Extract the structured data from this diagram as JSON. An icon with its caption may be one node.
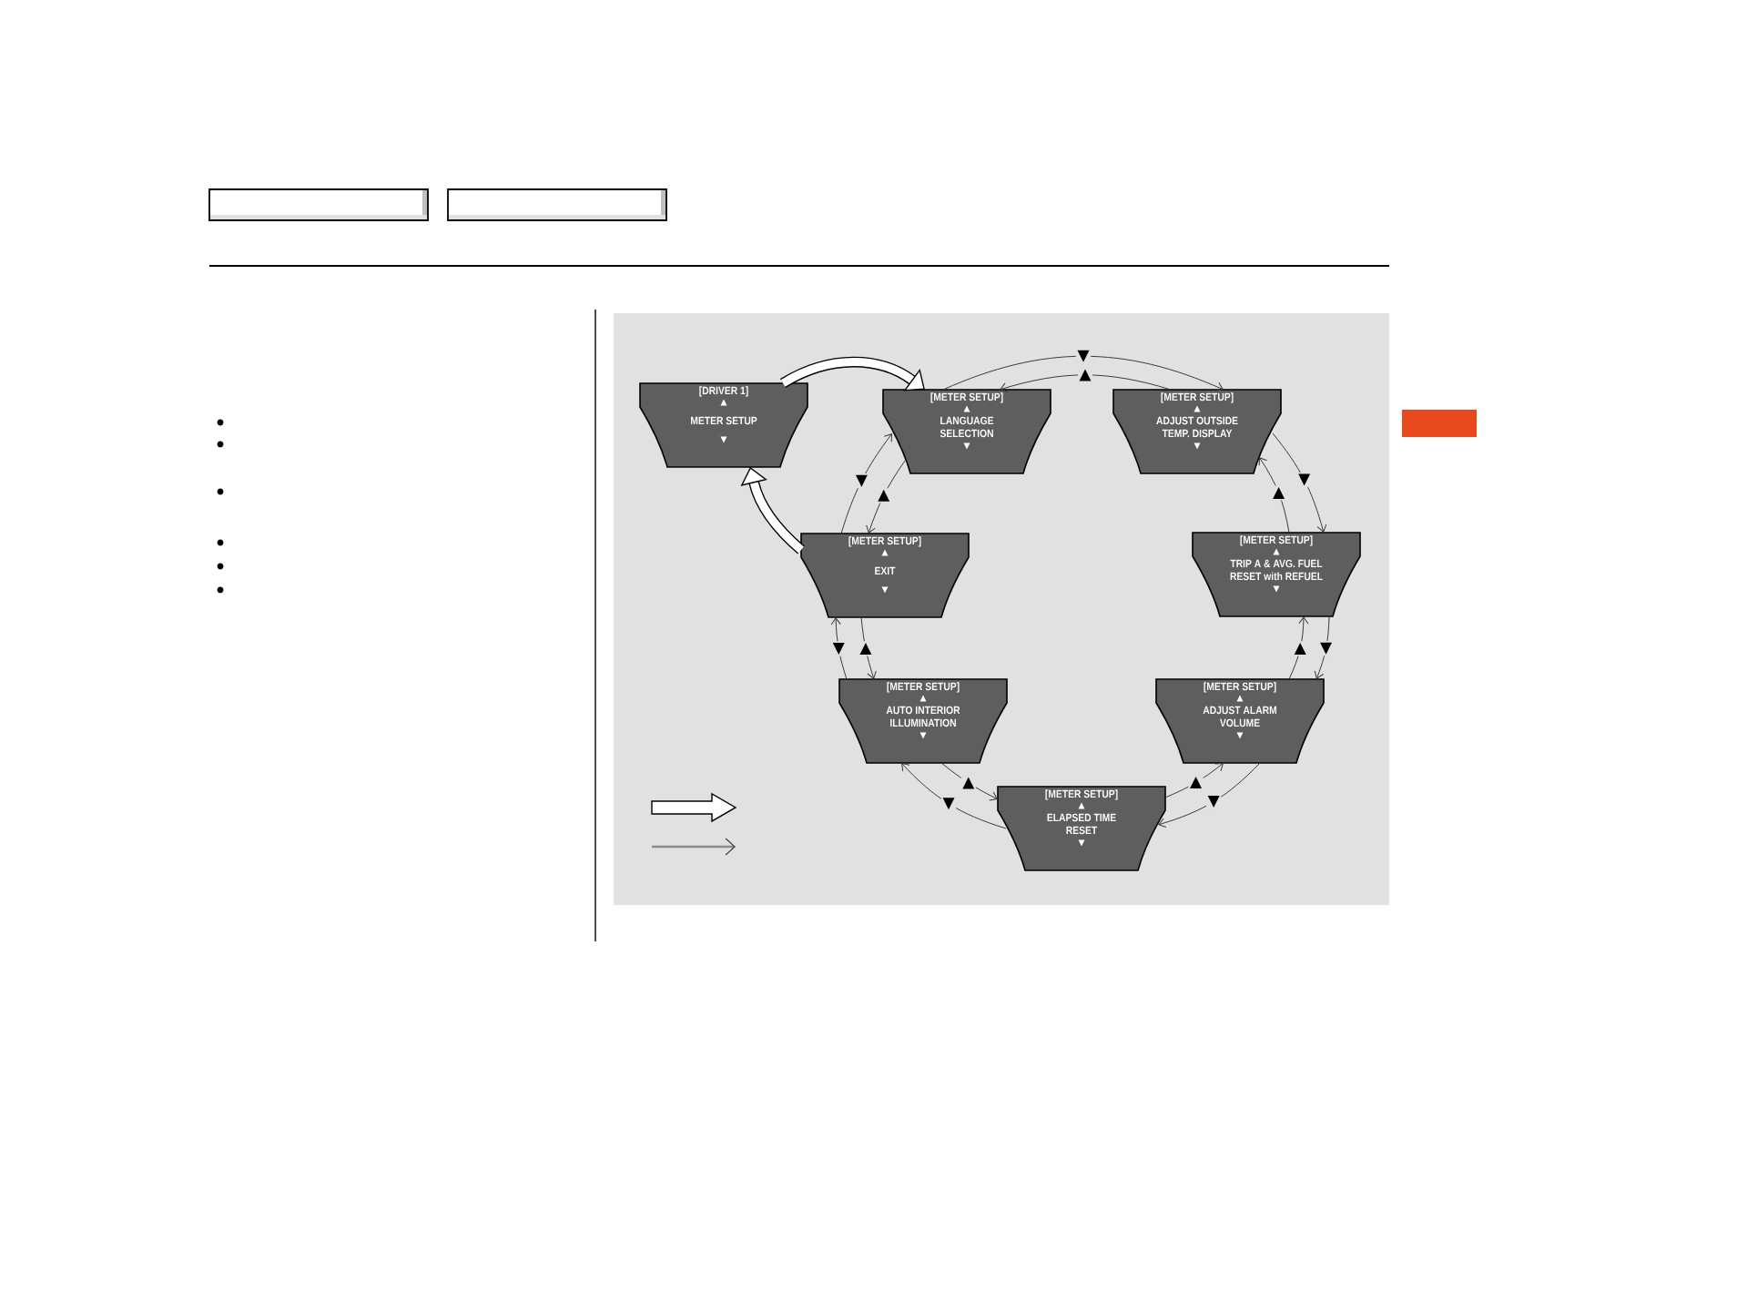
{
  "diagram": {
    "nodes": [
      {
        "text": [
          "[DRIVER 1]",
          "▲",
          "METER SETUP",
          "▼"
        ]
      },
      {
        "text": [
          "[METER SETUP]",
          "▲",
          "LANGUAGE SELECTION",
          "▼"
        ]
      },
      {
        "text": [
          "[METER SETUP]",
          "▲",
          "ADJUST OUTSIDE TEMP. DISPLAY",
          "▼"
        ]
      },
      {
        "text": [
          "[METER SETUP]",
          "▲",
          "EXIT",
          "▼"
        ]
      },
      {
        "text": [
          "[METER SETUP]",
          "▲",
          "TRIP A & AVG. FUEL RESET with REFUEL",
          "▼"
        ]
      },
      {
        "text": [
          "[METER SETUP]",
          "▲",
          "AUTO INTERIOR ILLUMINATION",
          "▼"
        ]
      },
      {
        "text": [
          "[METER SETUP]",
          "▲",
          "ADJUST ALARM VOLUME",
          "▼"
        ]
      },
      {
        "text": [
          "[METER SETUP]",
          "▲",
          "ELAPSED TIME RESET",
          "▼"
        ]
      }
    ],
    "edges": [
      {
        "from": 0,
        "to": 1,
        "arrow": "to",
        "style": "thick"
      },
      {
        "from": 1,
        "to": 2,
        "arrow": "to",
        "label": "▼"
      },
      {
        "from": 2,
        "to": 1,
        "arrow": "to",
        "label": "▲"
      },
      {
        "from": 2,
        "to": 4,
        "arrow": "to",
        "label": "▼"
      },
      {
        "from": 4,
        "to": 2,
        "arrow": "to",
        "label": "▲"
      },
      {
        "from": 4,
        "to": 6,
        "arrow": "to",
        "label": "▼"
      },
      {
        "from": 6,
        "to": 4,
        "arrow": "to",
        "label": "▲"
      },
      {
        "from": 6,
        "to": 7,
        "arrow": "to",
        "label": "▼"
      },
      {
        "from": 7,
        "to": 6,
        "arrow": "to",
        "label": "▲"
      },
      {
        "from": 7,
        "to": 5,
        "arrow": "to",
        "label": "▼"
      },
      {
        "from": 5,
        "to": 7,
        "arrow": "to",
        "label": "▲"
      },
      {
        "from": 5,
        "to": 3,
        "arrow": "to",
        "label": "▼"
      },
      {
        "from": 3,
        "to": 5,
        "arrow": "to",
        "label": "▲"
      },
      {
        "from": 3,
        "to": 1,
        "arrow": "to",
        "label": "▼"
      },
      {
        "from": 1,
        "to": 3,
        "arrow": "to",
        "label": "▲"
      },
      {
        "from": 3,
        "to": 0,
        "arrow": "to",
        "style": "thick"
      }
    ]
  }
}
